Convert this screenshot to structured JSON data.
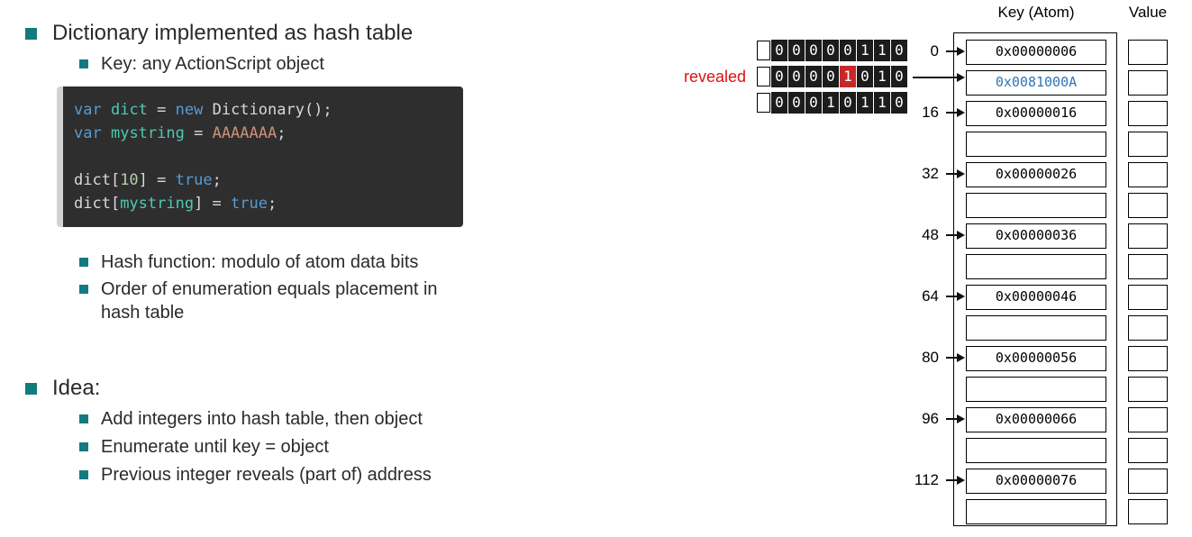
{
  "left": {
    "bullet1": "Dictionary implemented as hash table",
    "sub1": "Key: any ActionScript object",
    "sub2": "Hash function: modulo of atom data bits",
    "sub3": "Order of enumeration equals placement in hash table",
    "bullet2": "Idea:",
    "idea_items": [
      "Add integers into hash table, then object",
      "Enumerate until key = object",
      "Previous integer reveals (part of) address"
    ]
  },
  "code": {
    "lines": [
      [
        [
          "kw",
          "var"
        ],
        [
          "pl",
          " "
        ],
        [
          "id",
          "dict"
        ],
        [
          "pl",
          " = "
        ],
        [
          "kw",
          "new"
        ],
        [
          "pl",
          " Dictionary();"
        ]
      ],
      [
        [
          "kw",
          "var"
        ],
        [
          "pl",
          " "
        ],
        [
          "id",
          "mystring"
        ],
        [
          "pl",
          " = "
        ],
        [
          "st",
          "AAAAAAA"
        ],
        [
          "pl",
          ";"
        ]
      ],
      [],
      [
        [
          "pl",
          "dict["
        ],
        [
          "nu",
          "10"
        ],
        [
          "pl",
          "] = "
        ],
        [
          "kw",
          "true"
        ],
        [
          "pl",
          ";"
        ]
      ],
      [
        [
          "pl",
          "dict["
        ],
        [
          "id",
          "mystring"
        ],
        [
          "pl",
          "] = "
        ],
        [
          "kw",
          "true"
        ],
        [
          "pl",
          ";"
        ]
      ]
    ]
  },
  "diagram": {
    "key_header": "Key (Atom)",
    "value_header": "Value",
    "revealed_label": "revealed",
    "bit_rows": [
      {
        "bits": "00000110",
        "highlight": null
      },
      {
        "bits": "00001010",
        "highlight": 4
      },
      {
        "bits": "00010110",
        "highlight": null
      }
    ],
    "rows": [
      {
        "offset": "0",
        "key": "0x00000006",
        "highlight": false
      },
      {
        "offset": null,
        "key": "0x0081000A",
        "highlight": true
      },
      {
        "offset": "16",
        "key": "0x00000016",
        "highlight": false
      },
      {
        "offset": null,
        "key": "",
        "highlight": false
      },
      {
        "offset": "32",
        "key": "0x00000026",
        "highlight": false
      },
      {
        "offset": null,
        "key": "",
        "highlight": false
      },
      {
        "offset": "48",
        "key": "0x00000036",
        "highlight": false
      },
      {
        "offset": null,
        "key": "",
        "highlight": false
      },
      {
        "offset": "64",
        "key": "0x00000046",
        "highlight": false
      },
      {
        "offset": null,
        "key": "",
        "highlight": false
      },
      {
        "offset": "80",
        "key": "0x00000056",
        "highlight": false
      },
      {
        "offset": null,
        "key": "",
        "highlight": false
      },
      {
        "offset": "96",
        "key": "0x00000066",
        "highlight": false
      },
      {
        "offset": null,
        "key": "",
        "highlight": false
      },
      {
        "offset": "112",
        "key": "0x00000076",
        "highlight": false
      },
      {
        "offset": null,
        "key": "",
        "highlight": false
      }
    ]
  },
  "colors": {
    "bullet_teal": "#137a80",
    "revealed_red": "#dd1111",
    "key_highlight_blue": "#2e75b6",
    "code_background": "#2e2e2e",
    "bit_cell_background": "#1c1c1c",
    "bit_highlight_red": "#c62828"
  }
}
